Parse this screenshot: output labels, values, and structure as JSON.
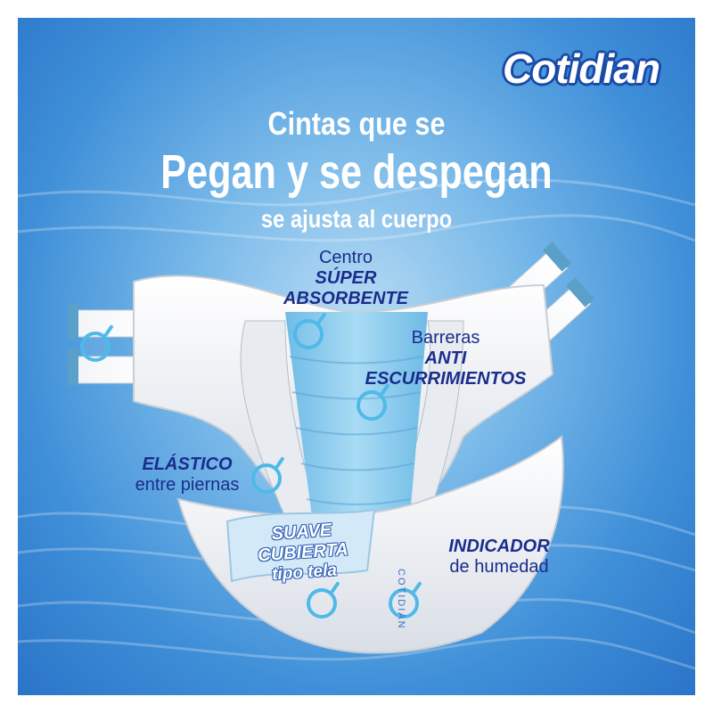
{
  "brand": {
    "logo": "Cotidian",
    "print_on_diaper": "COTIDIAN"
  },
  "headline": {
    "line1": "Cintas que se",
    "line2": "Pegan y se despegan",
    "line3": "se ajusta al cuerpo"
  },
  "features": {
    "centro": {
      "line1": "Centro",
      "line2": "SÚPER ABSORBENTE"
    },
    "barreras": {
      "line1": "Barreras",
      "line2": "ANTI ESCURRIMIENTOS"
    },
    "elastico": {
      "line1": "ELÁSTICO",
      "line2": "entre piernas"
    },
    "indicador": {
      "line1": "INDICADOR",
      "line2": "de humedad"
    },
    "suave": {
      "line1": "SUAVE CUBIERTA",
      "line2": "tipo tela"
    }
  },
  "colors": {
    "background": "#3f8fd8",
    "label_text": "#1a2d8c",
    "marker": "#4fb9e8",
    "headline": "#ffffff"
  }
}
